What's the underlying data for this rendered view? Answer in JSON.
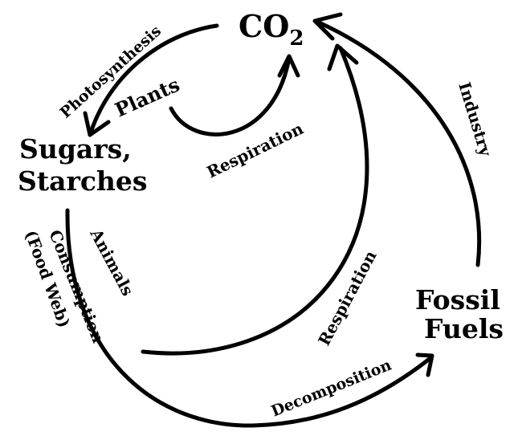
{
  "nodes": {
    "co2": {
      "main": "CO",
      "sub": "2"
    },
    "sugars": {
      "line1": "Sugars,",
      "line2": "Starches"
    },
    "fossil": {
      "line1": "Fossil",
      "line2": "Fuels"
    }
  },
  "labels": {
    "photosynthesis": "Photosynthesis",
    "plants": "Plants",
    "respiration_plants": "Respiration",
    "industry": "Industry",
    "animals": "Animals",
    "consumption": "Consumption",
    "food_web": "(Food Web)",
    "respiration_animals": "Respiration",
    "decomposition": "Decomposition"
  },
  "colors": {
    "ink": "#000000",
    "background": "#ffffff"
  }
}
